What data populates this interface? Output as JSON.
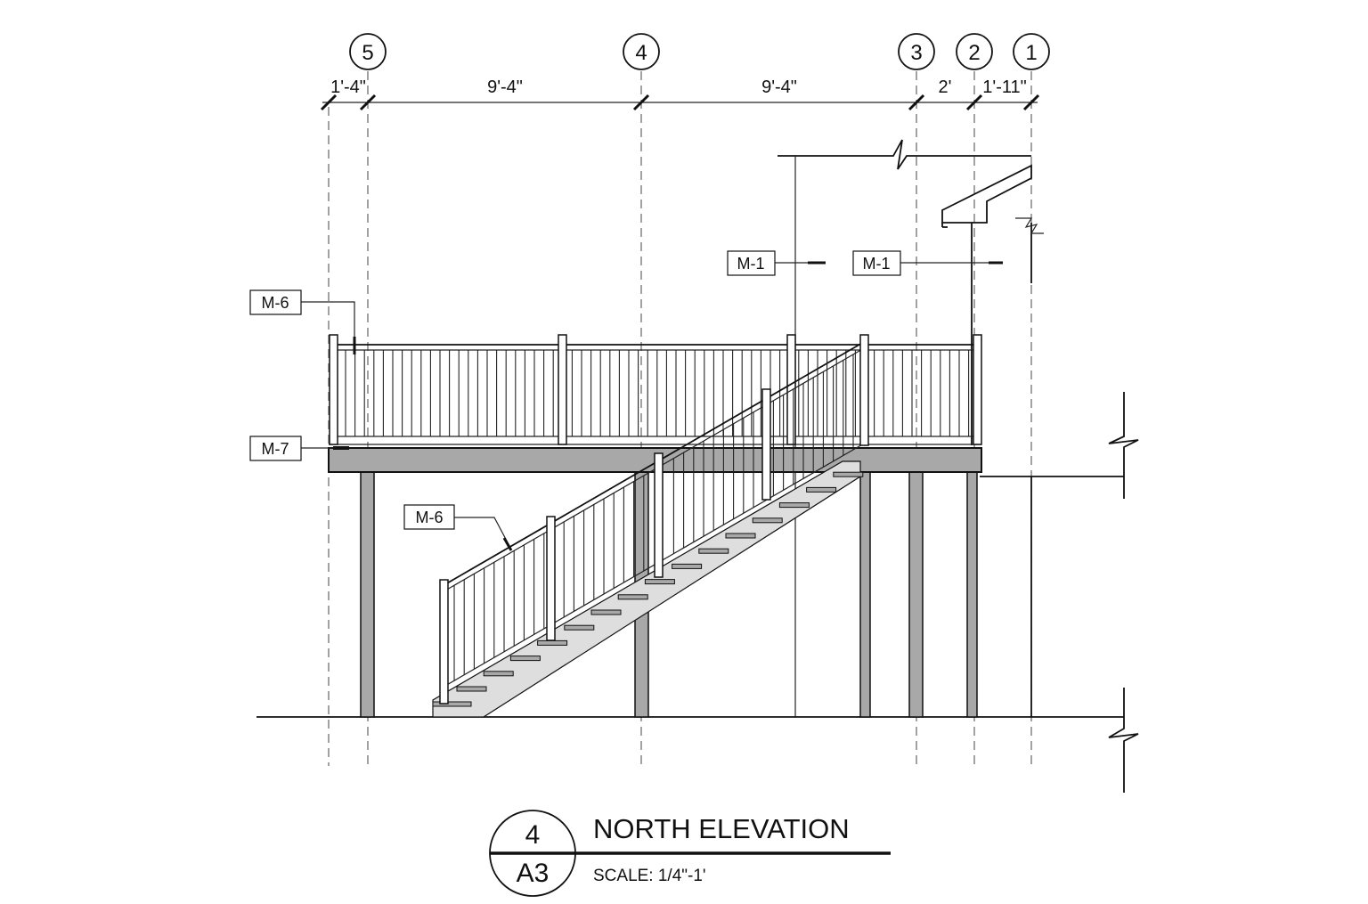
{
  "title": {
    "drawing_number": "4",
    "sheet": "A3",
    "name": "NORTH ELEVATION",
    "scale": "SCALE: 1/4\"-1'"
  },
  "grid_lines": [
    {
      "id": "5",
      "label": "5"
    },
    {
      "id": "4",
      "label": "4"
    },
    {
      "id": "3",
      "label": "3"
    },
    {
      "id": "2",
      "label": "2"
    },
    {
      "id": "1",
      "label": "1"
    }
  ],
  "dimensions": [
    {
      "id": "left-overhang",
      "label": "1'-4\""
    },
    {
      "id": "bay-5-4",
      "label": "9'-4\""
    },
    {
      "id": "bay-4-3",
      "label": "9'-4\""
    },
    {
      "id": "bay-3-2",
      "label": "2'"
    },
    {
      "id": "bay-2-1",
      "label": "1'-11\""
    }
  ],
  "tags": {
    "m1_left": "M-1",
    "m1_right": "M-1",
    "m6_top": "M-6",
    "m7": "M-7",
    "m6_stair": "M-6"
  },
  "colors": {
    "line": "#111111",
    "fill_grey": "#a8a8a8",
    "fill_light": "#dedede"
  }
}
